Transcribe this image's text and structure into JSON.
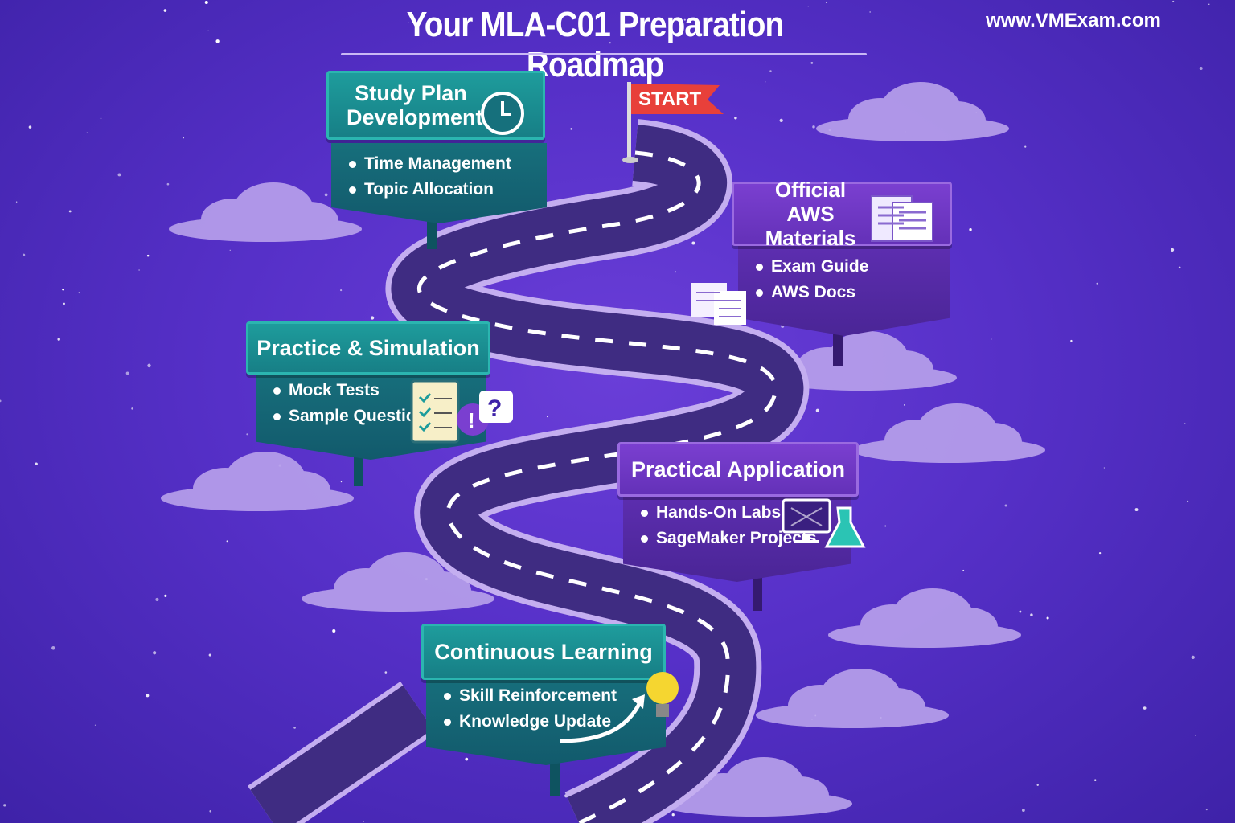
{
  "title": "Your MLA-C01 Preparation Roadmap",
  "website": "www.VMExam.com",
  "start_flag": "START",
  "colors": {
    "teal": "#1e9c9c",
    "purple": "#7a3fd0",
    "flag": "#e8403a",
    "background": "#5630c8"
  },
  "steps": [
    {
      "title": "Study Plan Development",
      "items": [
        "Time Management",
        "Topic Allocation"
      ],
      "icon": "clock-icon"
    },
    {
      "title": "Official AWS Materials",
      "items": [
        "Exam Guide",
        "AWS Docs"
      ],
      "icon": "documents-icon"
    },
    {
      "title": "Practice & Simulation",
      "items": [
        "Mock Tests",
        "Sample Questions"
      ],
      "icon": "checklist-icon"
    },
    {
      "title": "Practical Application",
      "items": [
        "Hands-On Labs",
        "SageMaker Projects"
      ],
      "icon": "monitor-flask-icon"
    },
    {
      "title": "Continuous Learning",
      "items": [
        "Skill Reinforcement",
        "Knowledge Update"
      ],
      "icon": "lightbulb-icon"
    }
  ]
}
